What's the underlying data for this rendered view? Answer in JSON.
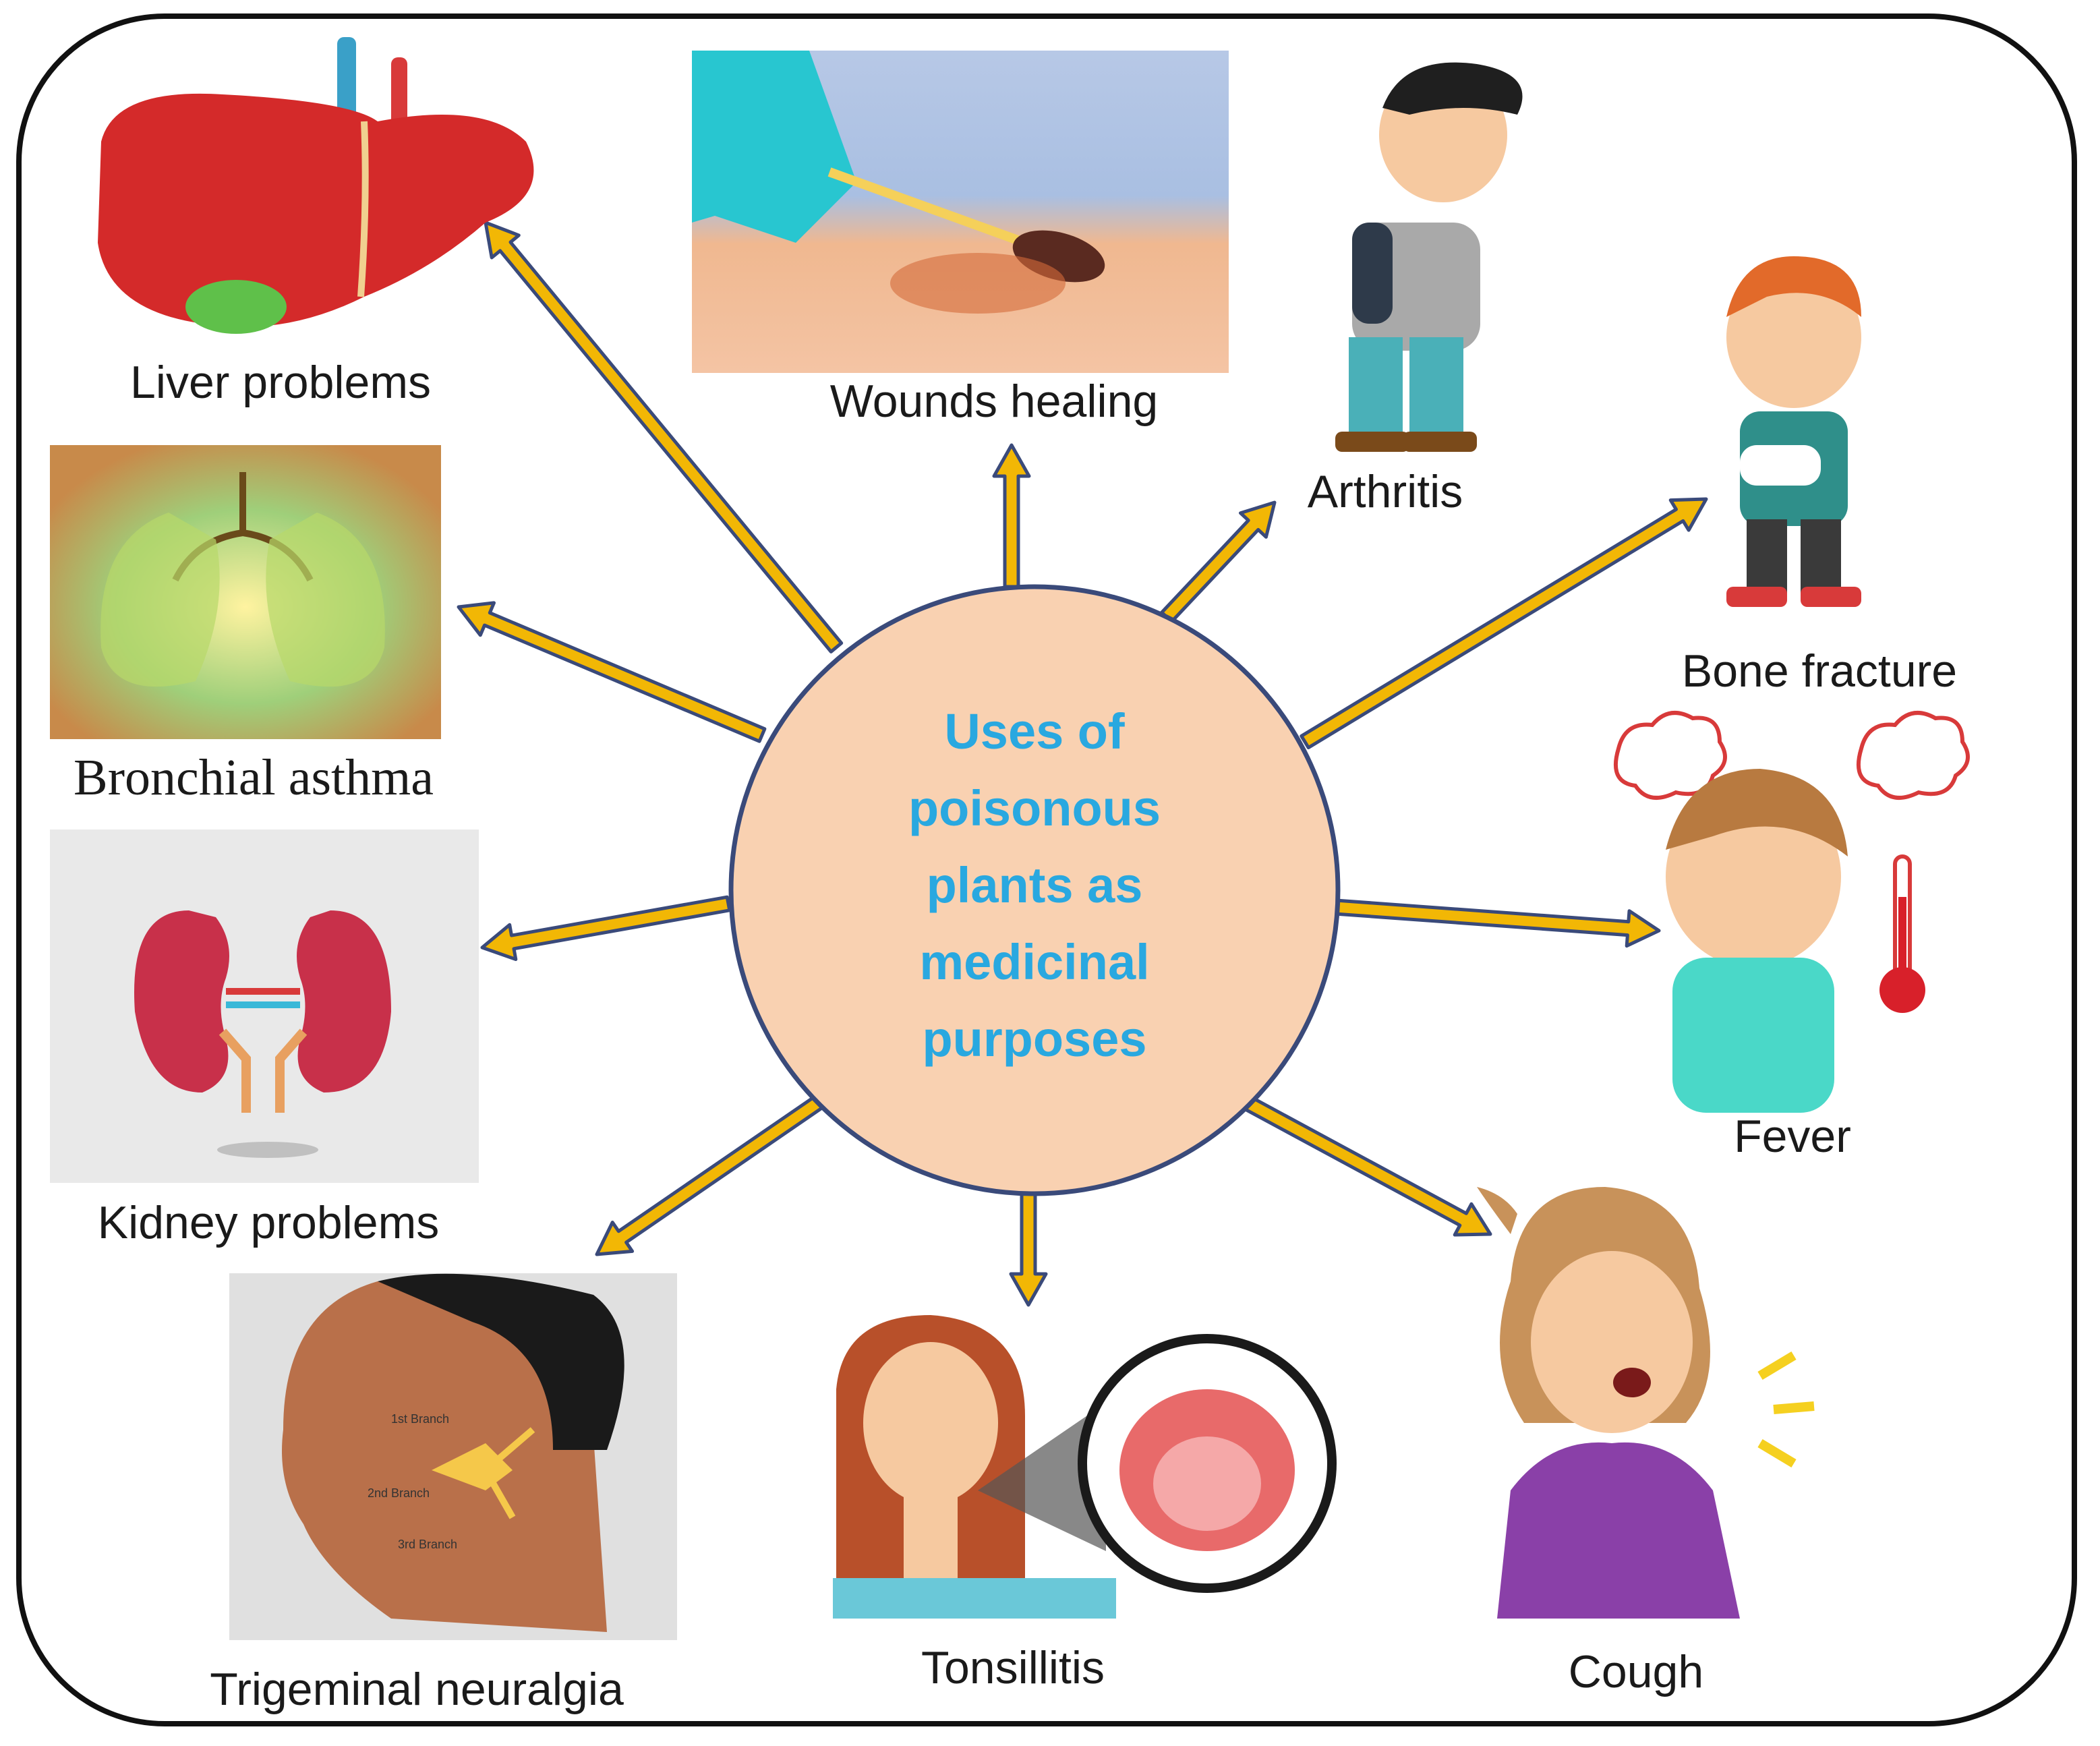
{
  "center": {
    "lines": [
      "Uses of",
      "poisonous",
      "plants as",
      "medicinal",
      "purposes"
    ]
  },
  "nodes": [
    {
      "id": "liver",
      "label": "Liver problems",
      "icon": "liver-icon"
    },
    {
      "id": "wounds",
      "label": "Wounds healing",
      "icon": "wound-photo"
    },
    {
      "id": "arthritis",
      "label": "Arthritis",
      "icon": "arthritis-icon"
    },
    {
      "id": "bone",
      "label": "Bone fracture",
      "icon": "bone-fracture-icon"
    },
    {
      "id": "asthma",
      "label": "Bronchial asthma",
      "icon": "lungs-icon"
    },
    {
      "id": "fever",
      "label": "Fever",
      "icon": "fever-icon"
    },
    {
      "id": "kidney",
      "label": "Kidney problems",
      "icon": "kidney-icon"
    },
    {
      "id": "trigeminal",
      "label": "Trigeminal neuralgia",
      "icon": "face-nerve-icon",
      "branches": [
        "1st Branch",
        "2nd Branch",
        "3rd Branch"
      ]
    },
    {
      "id": "tonsil",
      "label": "Tonsillitis",
      "icon": "throat-icon"
    },
    {
      "id": "cough",
      "label": "Cough",
      "icon": "cough-icon"
    }
  ],
  "colors": {
    "hub_fill": "#f9d1b1",
    "hub_stroke": "#3a4a7a",
    "hub_text": "#29a8e0",
    "arrow_fill": "#f2b705",
    "arrow_stroke": "#3a4a7a"
  }
}
